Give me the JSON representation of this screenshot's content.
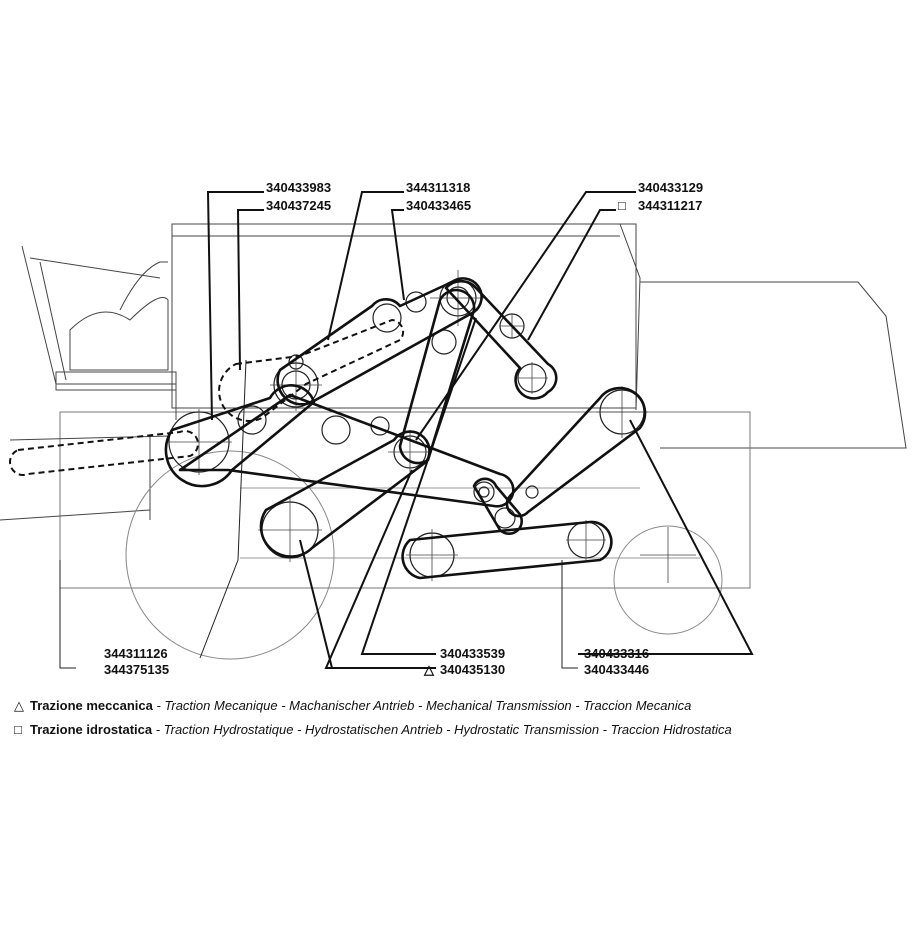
{
  "part_numbers": {
    "p1": "340433983",
    "p2": "340437245",
    "p3": "344311318",
    "p4": "340433465",
    "p5": "340433129",
    "p6": "344311217",
    "p7": "344311126",
    "p8": "344375135",
    "p9": "340433539",
    "p10": "340435130",
    "p11": "340433316",
    "p12": "340433446"
  },
  "symbols": {
    "triangle": "△",
    "square": "□"
  },
  "legend": {
    "mechanical": {
      "it": "Trazione meccanica",
      "rest": " - Traction Mecanique - Machanischer Antrieb - Mechanical Transmission - Traccion Mecanica"
    },
    "hydrostatic": {
      "it": "Trazione idrostatica",
      "rest": " - Traction Hydrostatique - Hydrostatischen Antrieb - Hydrostatic Transmission - Traccion Hidrostatica"
    }
  }
}
